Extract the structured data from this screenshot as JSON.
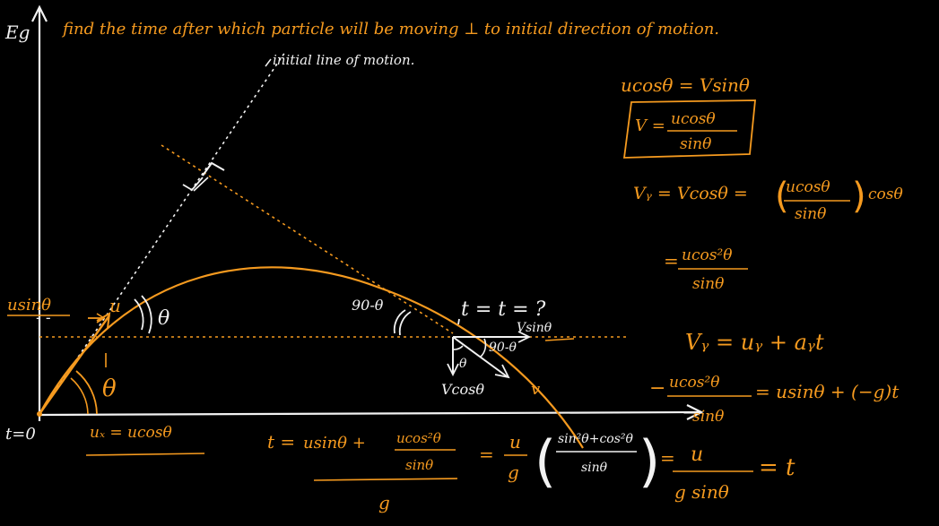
{
  "board": {
    "background": "#000000",
    "ink_white": "#f2f2f2",
    "ink_orange": "#f59a1f"
  },
  "problem": {
    "label": "Eg",
    "statement": "find the time after which particle will be moving ⊥ to initial direction of motion."
  },
  "diagram": {
    "initial_line_label": "initial line of motion.",
    "u_sin_label": "usinθ",
    "u_label": "u",
    "theta_top": "θ",
    "theta_bottom": "θ",
    "t_zero": "t=0",
    "ux_label": "uₓ = ucosθ",
    "angle_90_left": "90-θ",
    "t_question": "t = t = ?",
    "v_sin_label": "Vsinθ",
    "angle_90_right": "90-θ",
    "theta_small": "θ",
    "v_cos_label": "Vcosθ",
    "v_label": "v"
  },
  "derivation": {
    "eq1": "ucosθ = Vsinθ",
    "boxed_lhs": "V =",
    "boxed_num": "ucosθ",
    "boxed_den": "sinθ",
    "vy_lhs": "Vᵧ = Vcosθ =",
    "vy_num": "ucosθ",
    "vy_den": "sinθ",
    "vy_rhs": "cosθ",
    "vy2_lhs": "=",
    "vy2_num": "ucos²θ",
    "vy2_den": "sinθ",
    "kinematic": "Vᵧ = uᵧ + aᵧt",
    "sub_lhs": "−",
    "sub_num": "ucos²θ",
    "sub_den": "sinθ",
    "sub_rhs": "= usinθ + (−g)t"
  },
  "bottom": {
    "t_lhs": "t =",
    "t_num_a": "usinθ +",
    "t_num_frac_num": "ucos²θ",
    "t_num_frac_den": "sinθ",
    "t_den": "g",
    "eq_sign": "=",
    "u_over_g_num": "u",
    "u_over_g_den": "g",
    "paren_num": "sin²θ+cos²θ",
    "paren_den": "sinθ",
    "eq_sign2": "=",
    "final_num": "u",
    "final_den": "g sinθ",
    "final_rhs": "= t"
  }
}
